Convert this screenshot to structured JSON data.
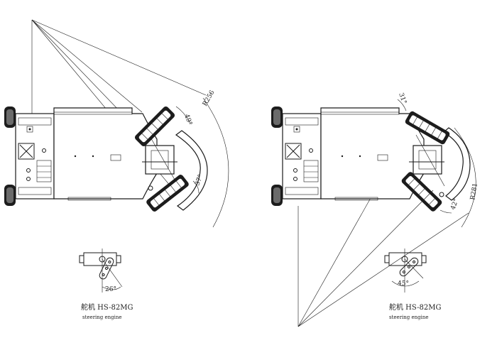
{
  "left_view": {
    "radius_label": "R256",
    "upper_angle": "49°",
    "lower_angle": "37°",
    "servo_angle": "26°",
    "servo_caption_cn": "舵机 HS-82MG",
    "servo_caption_en": "steering engine"
  },
  "right_view": {
    "radius_label": "R281",
    "upper_angle": "31°",
    "lower_angle": "42°",
    "servo_angle": "45°",
    "servo_caption_cn": "舵机 HS-82MG",
    "servo_caption_en": "steering engine"
  }
}
